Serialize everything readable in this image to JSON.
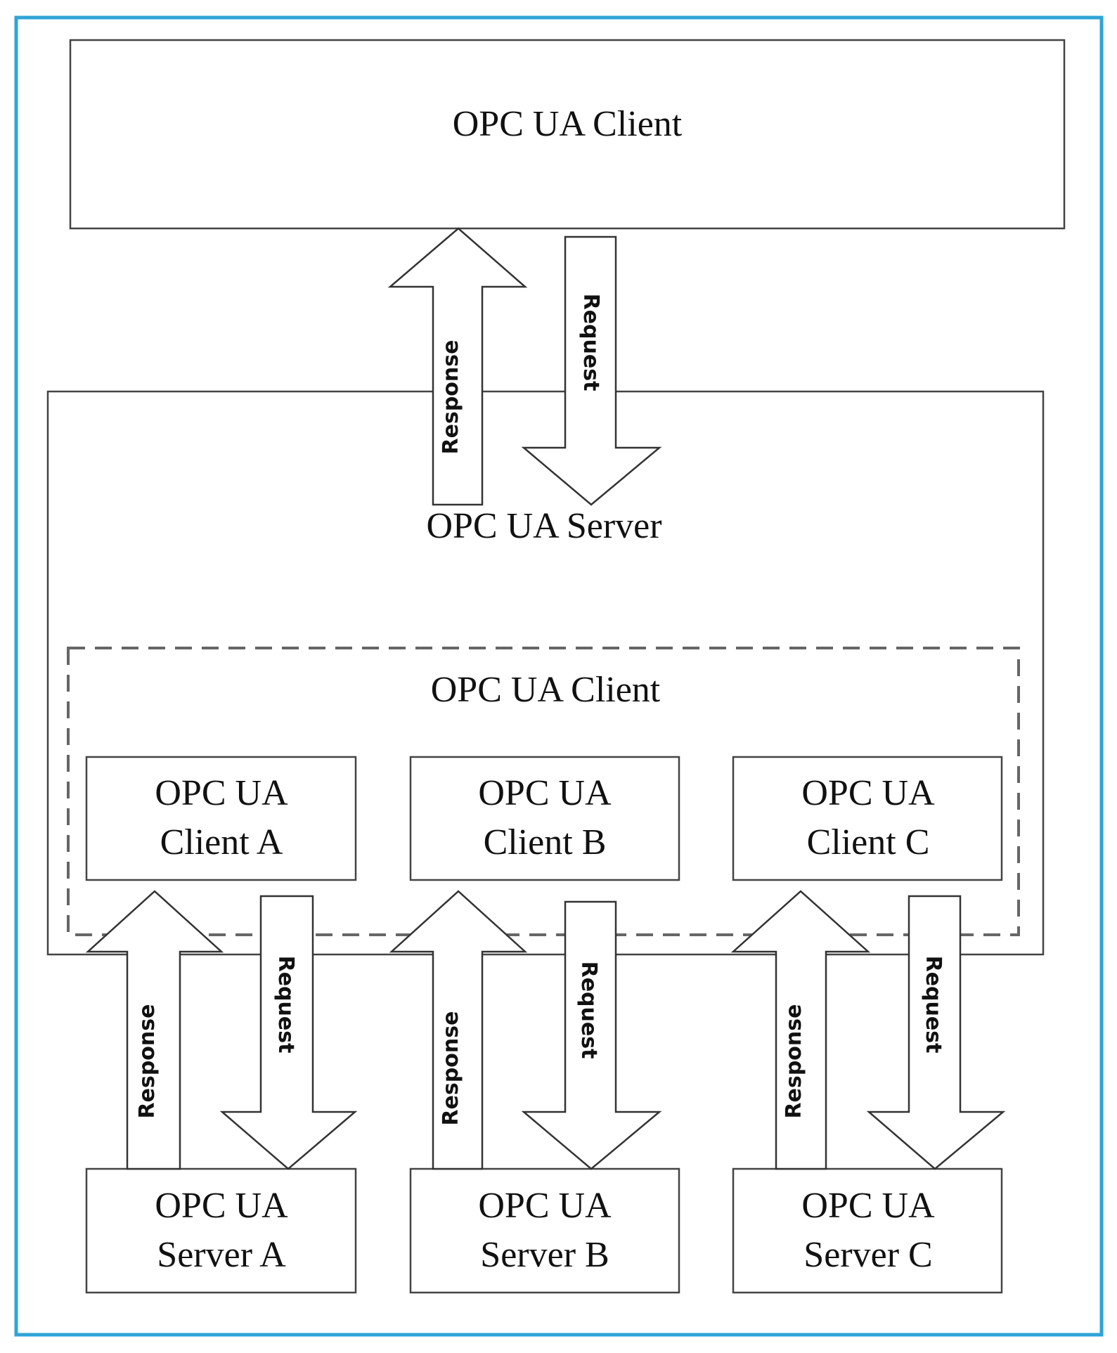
{
  "top_client": {
    "label": "OPC UA Client"
  },
  "server": {
    "label": "OPC UA Server"
  },
  "inner_client": {
    "label": "OPC UA Client"
  },
  "sub_clients": [
    {
      "line1": "OPC UA",
      "line2": "Client A"
    },
    {
      "line1": "OPC UA",
      "line2": "Client B"
    },
    {
      "line1": "OPC UA",
      "line2": "Client C"
    }
  ],
  "sub_servers": [
    {
      "line1": "OPC UA",
      "line2": "Server A"
    },
    {
      "line1": "OPC UA",
      "line2": "Server B"
    },
    {
      "line1": "OPC UA",
      "line2": "Server C"
    }
  ],
  "arrow_labels": {
    "response": "Response",
    "request": "Request"
  },
  "colors": {
    "frame": "#2fa4d6",
    "line": "#444444",
    "dashed": "#666666"
  }
}
